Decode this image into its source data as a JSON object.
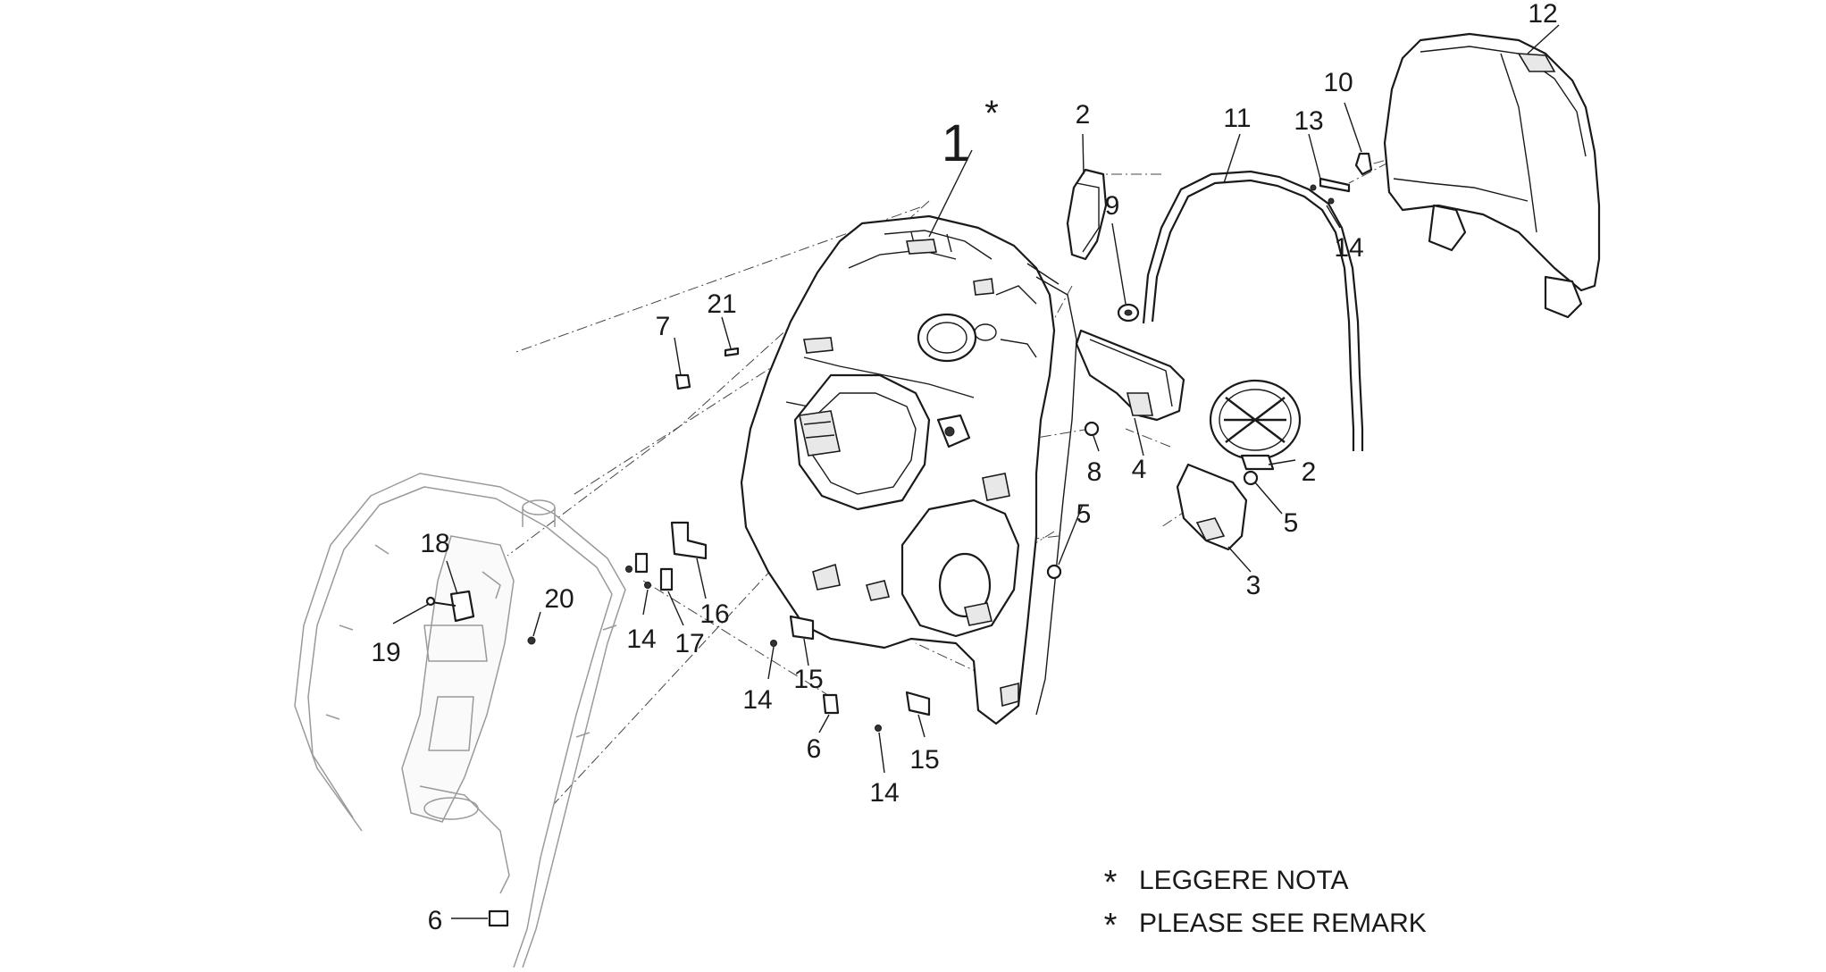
{
  "callouts": [
    {
      "id": "c1",
      "text": "1"
    },
    {
      "id": "c1-star",
      "text": "*"
    },
    {
      "id": "c2a",
      "text": "2"
    },
    {
      "id": "c2b",
      "text": "2"
    },
    {
      "id": "c3",
      "text": "3"
    },
    {
      "id": "c4",
      "text": "4"
    },
    {
      "id": "c5a",
      "text": "5"
    },
    {
      "id": "c5b",
      "text": "5"
    },
    {
      "id": "c6a",
      "text": "6"
    },
    {
      "id": "c6b",
      "text": "6"
    },
    {
      "id": "c7",
      "text": "7"
    },
    {
      "id": "c8",
      "text": "8"
    },
    {
      "id": "c9",
      "text": "9"
    },
    {
      "id": "c10",
      "text": "10"
    },
    {
      "id": "c11",
      "text": "11"
    },
    {
      "id": "c12",
      "text": "12"
    },
    {
      "id": "c13",
      "text": "13"
    },
    {
      "id": "c14a",
      "text": "14"
    },
    {
      "id": "c14b",
      "text": "14"
    },
    {
      "id": "c14c",
      "text": "14"
    },
    {
      "id": "c14d",
      "text": "14"
    },
    {
      "id": "c15a",
      "text": "15"
    },
    {
      "id": "c15b",
      "text": "15"
    },
    {
      "id": "c16",
      "text": "16"
    },
    {
      "id": "c17",
      "text": "17"
    },
    {
      "id": "c18",
      "text": "18"
    },
    {
      "id": "c19",
      "text": "19"
    },
    {
      "id": "c20",
      "text": "20"
    },
    {
      "id": "c21",
      "text": "21"
    }
  ],
  "notes": [
    {
      "marker": "*",
      "text": "LEGGERE NOTA"
    },
    {
      "marker": "*",
      "text": "PLEASE SEE REMARK"
    }
  ]
}
